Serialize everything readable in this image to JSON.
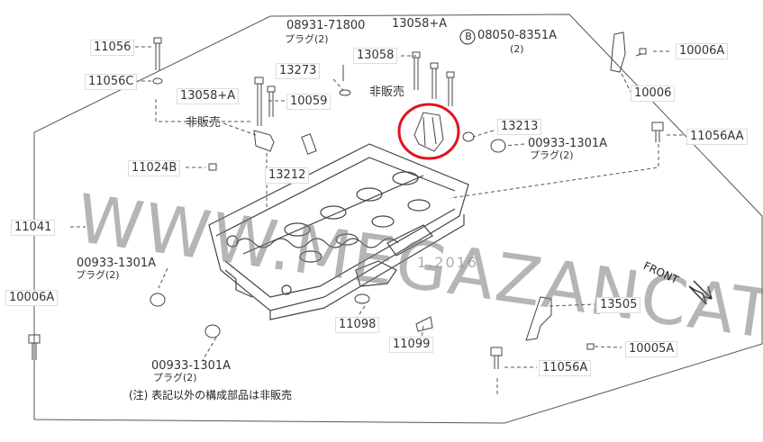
{
  "labels": {
    "p11056": "11056",
    "p11056c": "11056C",
    "p08931": "08931-71800",
    "p08931_sub": "プラグ(2)",
    "p13273": "13273",
    "p13058a_top": "13058+A",
    "p13058": "13058",
    "p08050": "08050-8351A",
    "p08050_sub": "(2)",
    "p10006a_top": "10006A",
    "p10006": "10006",
    "p13058a_left": "13058+A",
    "p10059": "10059",
    "hanbai_top": "非販売",
    "hanbai_left": "非販売",
    "p13213": "13213",
    "p00933_right": "00933-1301A",
    "p00933_right_sub": "プラグ(2)",
    "p11056aa": "11056AA",
    "p11024b": "11024B",
    "p13212": "13212",
    "p11041": "11041",
    "p00933_left": "00933-1301A",
    "p00933_left_sub": "プラグ(2)",
    "p10006a_left": "10006A",
    "p11098": "11098",
    "p11099": "11099",
    "p13505": "13505",
    "p10005a": "10005A",
    "p11056a": "11056A",
    "p00933_bottom": "00933-1301A",
    "p00933_bottom_sub": "プラグ(2)",
    "circle_b": "B"
  },
  "watermark": {
    "main": "WWW.MEGAZANCATS.RU",
    "year": "1.2016"
  },
  "note": "(注) 表記以外の構成部品は非販売",
  "front": "FRONT",
  "colors": {
    "line": "#444444",
    "highlight": "#e0141c",
    "watermark": "#8c8c8c"
  }
}
